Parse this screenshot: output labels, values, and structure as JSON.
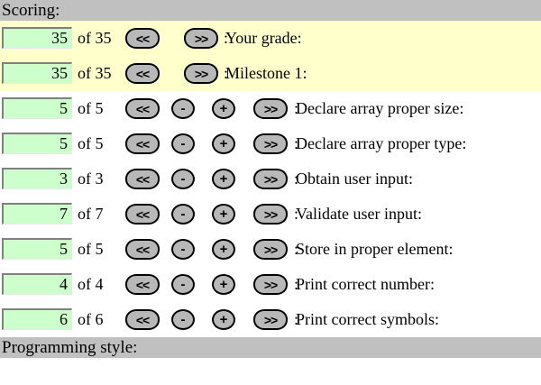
{
  "sections": {
    "scoring_header": "Scoring:",
    "style_header": "Programming style:"
  },
  "labels": {
    "of": "of",
    "colon": ":",
    "prev_icon": "<<",
    "next_icon": ">>",
    "minus_icon": "-",
    "plus_icon": "+"
  },
  "colors": {
    "header_band": "#c0c0c0",
    "summary_row": "#ffffcc",
    "input_field": "#ccffcc",
    "button_face": "#b8b8b8",
    "page_background": "#ffffff"
  },
  "rows": [
    {
      "value": "35",
      "max": "35",
      "of_text": "of 35",
      "label": "Your grade:",
      "type": "summary",
      "has_plus_minus": false
    },
    {
      "value": "35",
      "max": "35",
      "of_text": "of 35",
      "label": "Milestone 1:",
      "type": "summary",
      "has_plus_minus": false
    },
    {
      "value": "5",
      "max": "5",
      "of_text": "of 5",
      "label": "Declare array proper size:",
      "type": "detail",
      "has_plus_minus": true
    },
    {
      "value": "5",
      "max": "5",
      "of_text": "of 5",
      "label": "Declare array proper type:",
      "type": "detail",
      "has_plus_minus": true
    },
    {
      "value": "3",
      "max": "3",
      "of_text": "of 3",
      "label": "Obtain user input:",
      "type": "detail",
      "has_plus_minus": true
    },
    {
      "value": "7",
      "max": "7",
      "of_text": "of 7",
      "label": "Validate user input:",
      "type": "detail",
      "has_plus_minus": true
    },
    {
      "value": "5",
      "max": "5",
      "of_text": "of 5",
      "label": "Store in proper element:",
      "type": "detail",
      "has_plus_minus": true
    },
    {
      "value": "4",
      "max": "4",
      "of_text": "of 4",
      "label": "Print correct number:",
      "type": "detail",
      "has_plus_minus": true
    },
    {
      "value": "6",
      "max": "6",
      "of_text": "of 6",
      "label": "Print correct symbols:",
      "type": "detail",
      "has_plus_minus": true
    }
  ]
}
